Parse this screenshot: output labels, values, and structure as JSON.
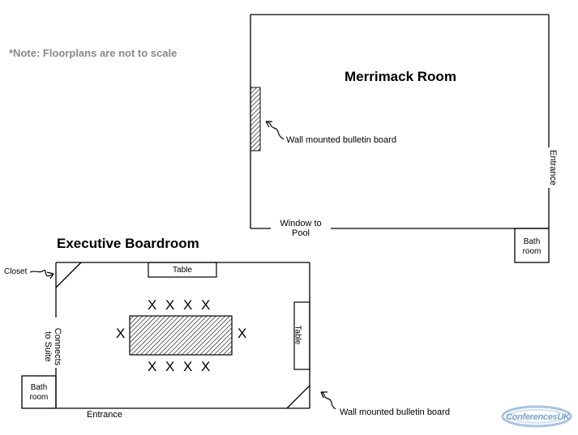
{
  "note": "*Note: Floorplans are not to scale",
  "merrimack": {
    "title": "Merrimack Room",
    "bulletin_label": "Wall mounted bulletin board",
    "entrance_label": "Entrance",
    "window_label_line1": "Window to",
    "window_label_line2": "Pool",
    "bathroom_line1": "Bath",
    "bathroom_line2": "room"
  },
  "boardroom": {
    "title": "Executive Boardroom",
    "closet_label": "Closet",
    "table_top_label": "Table",
    "table_right_label": "Table",
    "connects_line1": "Connects",
    "connects_line2": "to Suite",
    "bathroom_line1": "Bath",
    "bathroom_line2": "room",
    "entrance_label": "Entrance",
    "bulletin_label": "Wall mounted bulletin board",
    "chair_mark": "X"
  },
  "logo": {
    "text": "ConferencesUK"
  }
}
